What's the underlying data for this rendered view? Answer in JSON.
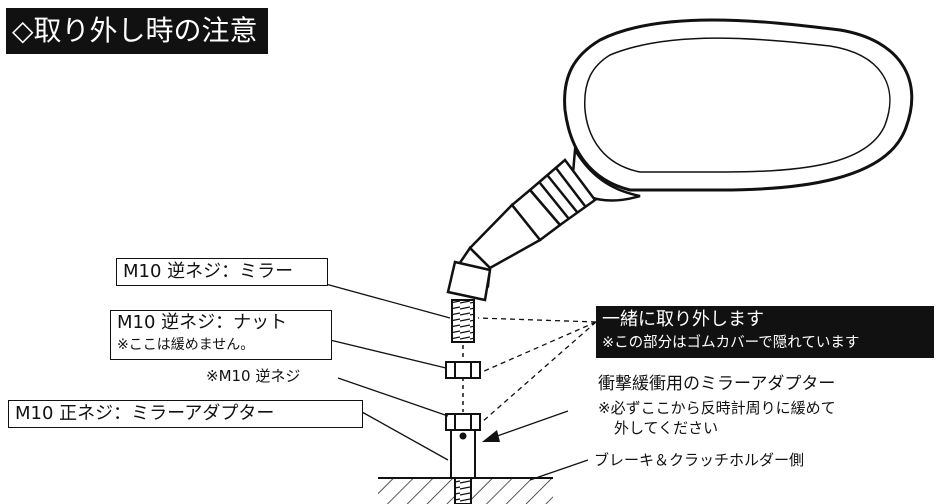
{
  "title": "◇取り外し時の注意",
  "labels": {
    "mirror_reverse": "M10 逆ネジ：ミラー",
    "nut_reverse": "M10 逆ネジ：ナット",
    "nut_note": "※ここは緩めません。",
    "reverse_thread": "※M10 逆ネジ",
    "adapter_normal": "M10 正ネジ：ミラーアダプター"
  },
  "callout": {
    "line1": "一緒に取り外します",
    "line2": "※この部分はゴムカバーで隠れています"
  },
  "adapter_note": {
    "title": "衝撃緩衝用のミラーアダプター",
    "line1": "※必ずここから反時計周りに緩めて",
    "line2": "外してください"
  },
  "holder": "ブレーキ＆クラッチホルダー側"
}
